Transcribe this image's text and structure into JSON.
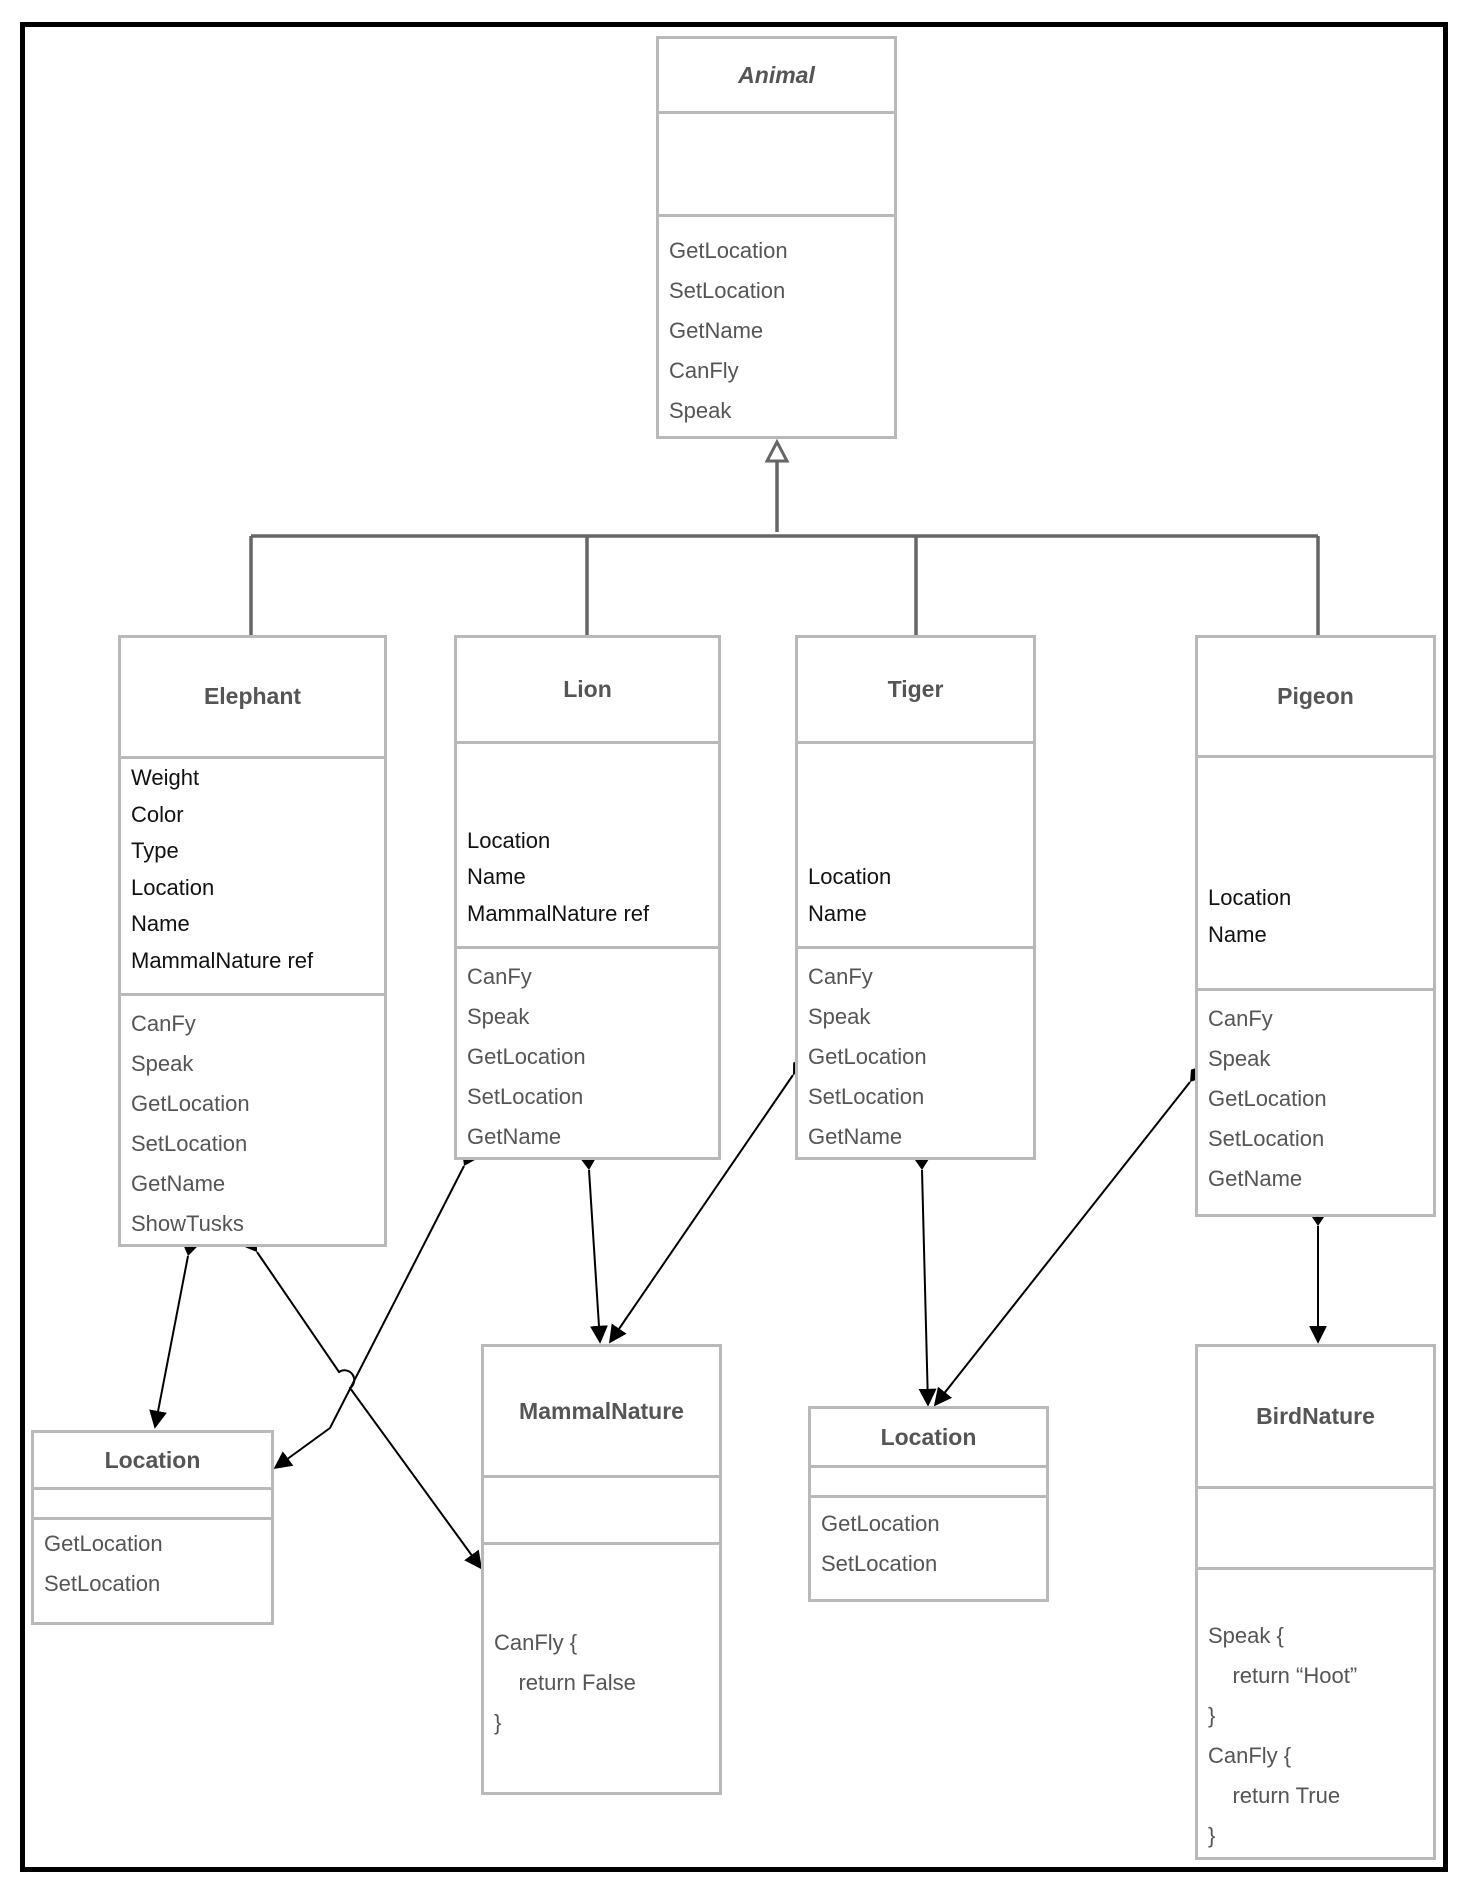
{
  "classes": {
    "animal": {
      "name": "Animal",
      "attributes": [],
      "operations": [
        "GetLocation",
        "SetLocation",
        "GetName",
        "CanFly",
        "Speak"
      ]
    },
    "elephant": {
      "name": "Elephant",
      "attributes": [
        "Weight",
        "Color",
        "Type",
        "Location",
        "Name",
        "MammalNature ref"
      ],
      "operations": [
        "CanFy",
        "Speak",
        "GetLocation",
        "SetLocation",
        "GetName",
        "ShowTusks"
      ]
    },
    "lion": {
      "name": "Lion",
      "attributes": [
        "Location",
        "Name",
        "MammalNature ref"
      ],
      "operations": [
        "CanFy",
        "Speak",
        "GetLocation",
        "SetLocation",
        "GetName"
      ]
    },
    "tiger": {
      "name": "Tiger",
      "attributes": [
        "Location",
        "Name"
      ],
      "operations": [
        "CanFy",
        "Speak",
        "GetLocation",
        "SetLocation",
        "GetName"
      ]
    },
    "pigeon": {
      "name": "Pigeon",
      "attributes": [
        "Location",
        "Name"
      ],
      "operations": [
        "CanFy",
        "Speak",
        "GetLocation",
        "SetLocation",
        "GetName"
      ]
    },
    "location_left": {
      "name": "Location",
      "attributes": [],
      "operations": [
        "GetLocation",
        "SetLocation"
      ]
    },
    "mammal_nature": {
      "name": "MammalNature",
      "attributes": [],
      "operations": [
        "CanFly {",
        "    return False",
        "}"
      ]
    },
    "location_right": {
      "name": "Location",
      "attributes": [],
      "operations": [
        "GetLocation",
        "SetLocation"
      ]
    },
    "bird_nature": {
      "name": "BirdNature",
      "attributes": [],
      "operations": [
        "Speak {",
        "    return “Hoot”",
        "}",
        "CanFly {",
        "    return True",
        "}"
      ]
    }
  },
  "relationships": [
    {
      "type": "inheritance",
      "from": "Elephant",
      "to": "Animal"
    },
    {
      "type": "inheritance",
      "from": "Lion",
      "to": "Animal"
    },
    {
      "type": "inheritance",
      "from": "Tiger",
      "to": "Animal"
    },
    {
      "type": "inheritance",
      "from": "Pigeon",
      "to": "Animal"
    },
    {
      "type": "composition",
      "from": "Elephant",
      "to": "Location"
    },
    {
      "type": "composition",
      "from": "Elephant",
      "to": "MammalNature"
    },
    {
      "type": "composition",
      "from": "Lion",
      "to": "Location"
    },
    {
      "type": "composition",
      "from": "Lion",
      "to": "MammalNature"
    },
    {
      "type": "composition",
      "from": "Tiger",
      "to": "MammalNature"
    },
    {
      "type": "composition",
      "from": "Tiger",
      "to": "Location"
    },
    {
      "type": "composition",
      "from": "Pigeon",
      "to": "Location"
    },
    {
      "type": "composition",
      "from": "Pigeon",
      "to": "BirdNature"
    }
  ]
}
